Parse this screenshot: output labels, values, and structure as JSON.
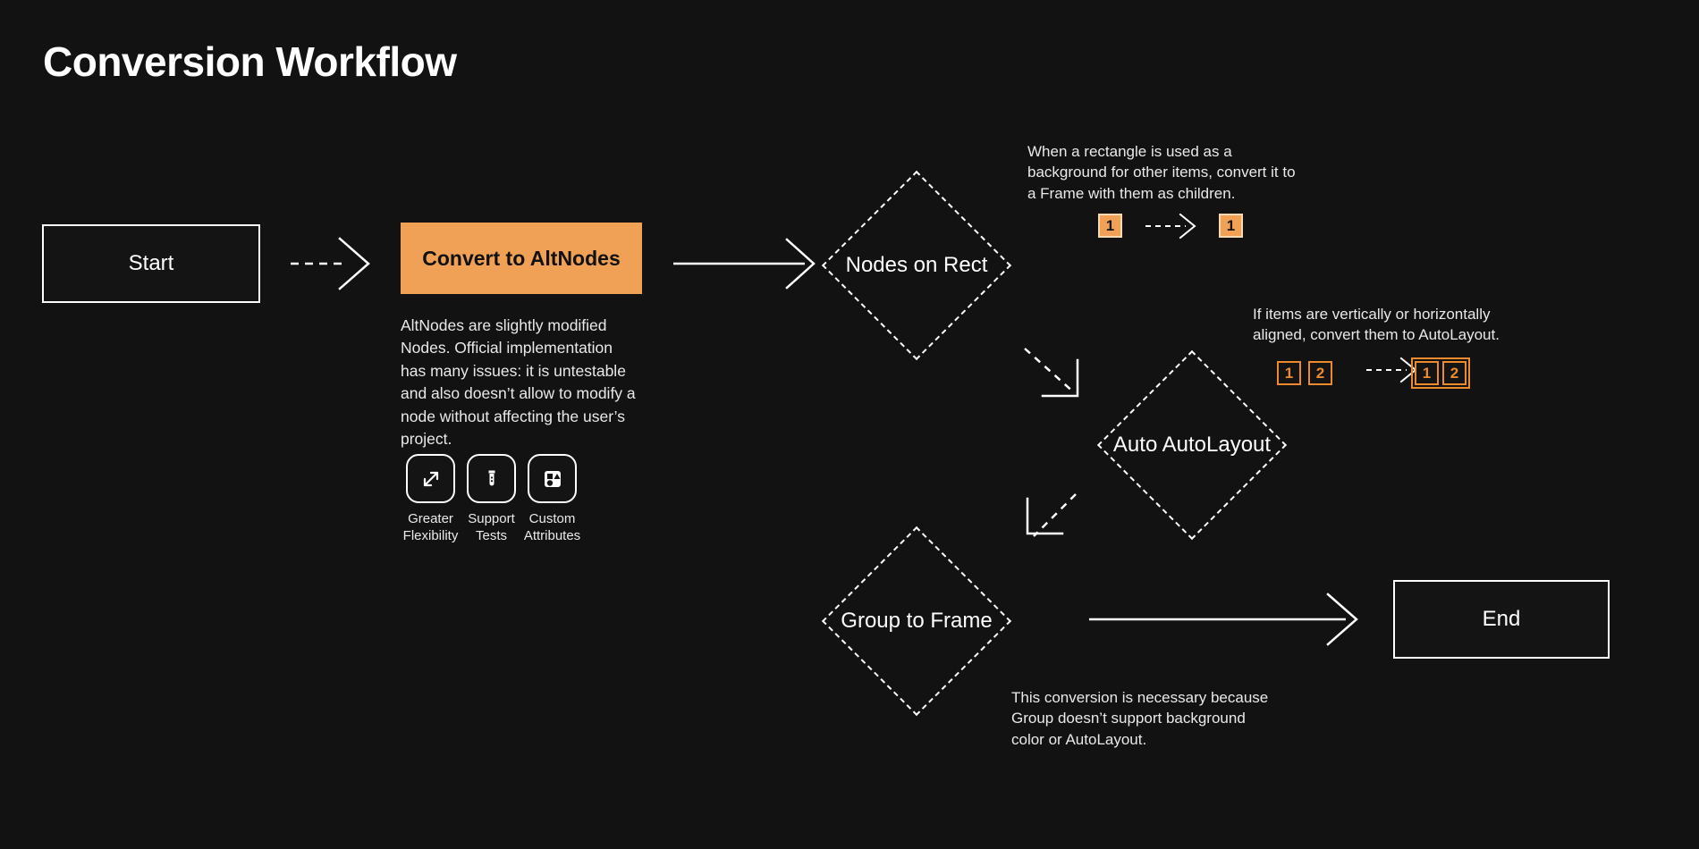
{
  "page": {
    "title": "Conversion Workflow",
    "background_color": "#121212",
    "accent_color": "#F0A155",
    "accent_outline_color": "#ED8A2E",
    "text_color": "#FFFFFF"
  },
  "nodes": {
    "start": {
      "label": "Start",
      "type": "terminal"
    },
    "convert": {
      "label": "Convert to AltNodes",
      "type": "process"
    },
    "nodes_on_rect": {
      "label": "Nodes on Rect",
      "type": "decision"
    },
    "auto_autolayout": {
      "label": "Auto AutoLayout",
      "type": "decision"
    },
    "group_to_frame": {
      "label": "Group to Frame",
      "type": "decision"
    },
    "end": {
      "label": "End",
      "type": "terminal"
    }
  },
  "convert_details": {
    "description": "AltNodes are slightly modified Nodes. Official implementation has many issues: it is untestable and also doesn’t allow to modify a node without affecting the user’s project.",
    "features": [
      {
        "icon": "expand-arrows-icon",
        "label": "Greater\nFlexibility"
      },
      {
        "icon": "test-tube-icon",
        "label": "Support\nTests"
      },
      {
        "icon": "shapes-icon",
        "label": "Custom\nAttributes"
      }
    ]
  },
  "annotations": {
    "nodes_on_rect_note": "When a rectangle is used as a background for other items, convert it to a Frame with them as children.",
    "auto_autolayout_note": "If items are vertically or horizontally aligned, convert them to AutoLayout.",
    "group_to_frame_note": "This conversion is necessary because Group doesn’t support background color or AutoLayout."
  },
  "badge_examples": {
    "rect_before": [
      "1"
    ],
    "rect_after": [
      "1"
    ],
    "layout_before": [
      "1",
      "2"
    ],
    "layout_after": [
      "1",
      "2"
    ]
  },
  "connectors": [
    {
      "from": "start",
      "to": "convert",
      "style": "dashed"
    },
    {
      "from": "convert",
      "to": "nodes_on_rect",
      "style": "solid"
    },
    {
      "from": "nodes_on_rect",
      "to": "auto_autolayout",
      "style": "dashed"
    },
    {
      "from": "auto_autolayout",
      "to": "group_to_frame",
      "style": "dashed"
    },
    {
      "from": "group_to_frame",
      "to": "end",
      "style": "solid"
    }
  ]
}
